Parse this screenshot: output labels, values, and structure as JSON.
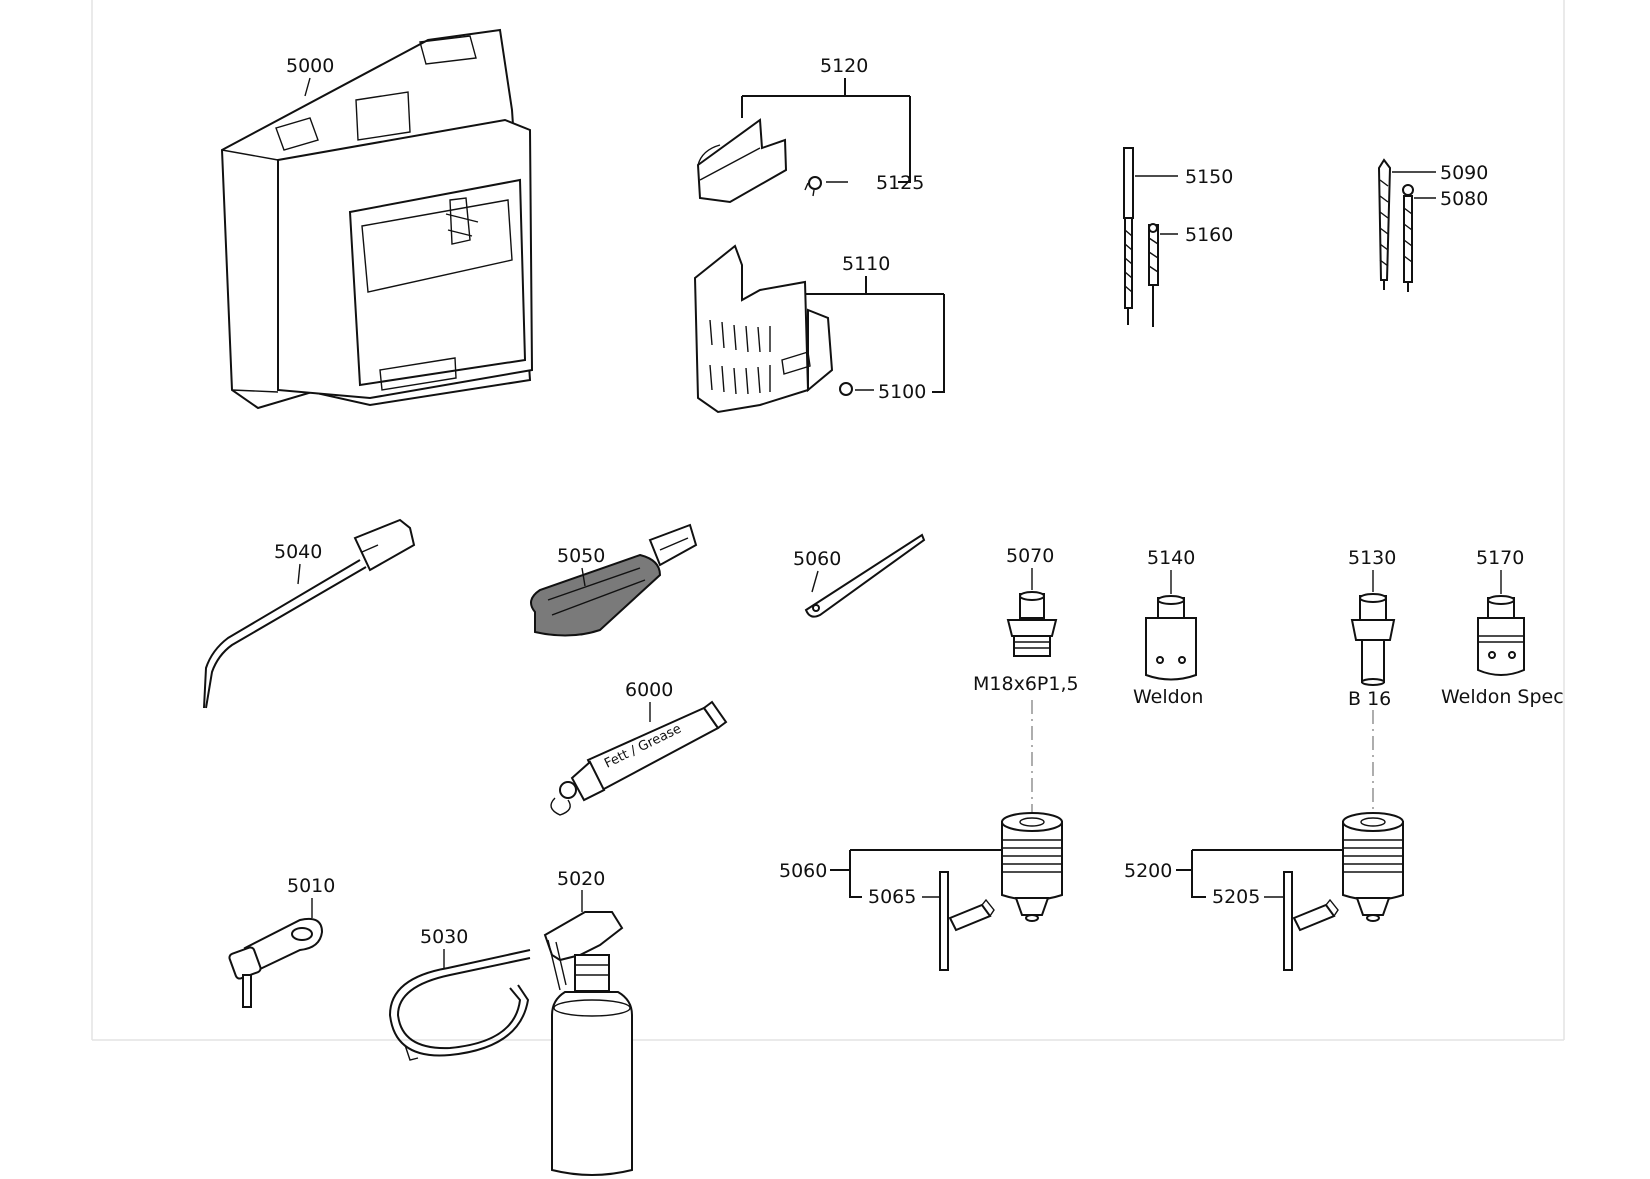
{
  "labels": {
    "p5000": "5000",
    "p5120": "5120",
    "p5125": "5125",
    "p5110": "5110",
    "p5100": "5100",
    "p5150": "5150",
    "p5160": "5160",
    "p5090": "5090",
    "p5080": "5080",
    "p5040": "5040",
    "p5050": "5050",
    "p5060a": "5060",
    "p5070": "5070",
    "p5140": "5140",
    "p5130": "5130",
    "p5170": "5170",
    "p6000": "6000",
    "p5010": "5010",
    "p5020": "5020",
    "p5030": "5030",
    "p5060b": "5060",
    "p5065": "5065",
    "p5200": "5200",
    "p5205": "5205"
  },
  "captions": {
    "m18": "M18x6P1,5",
    "weldon": "Weldon",
    "b16": "B 16",
    "weldon_spec": "Weldon Spec"
  },
  "tube_text": "Fett / Grease",
  "colors": {
    "line": "#111111",
    "strap": "#7a7a7a",
    "frame": "#e3e3e3"
  }
}
